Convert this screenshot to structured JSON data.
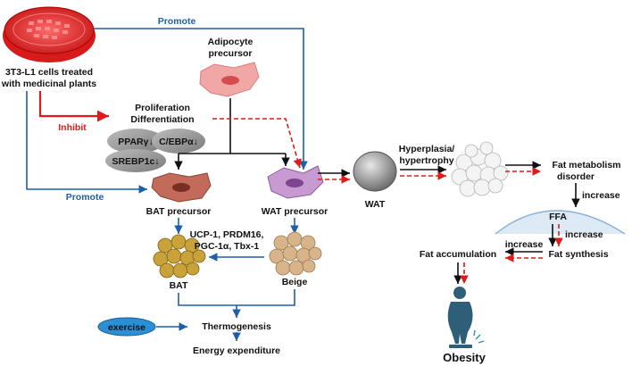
{
  "labels": {
    "cells_line1": "3T3-L1 cells treated",
    "cells_line2": "with medicinal plants",
    "promote_top": "Promote",
    "promote_bottom": "Promote",
    "inhibit": "Inhibit",
    "adipocyte_line1": "Adipocyte",
    "adipocyte_line2": "precursor",
    "proliferation": "Proliferation",
    "differentiation": "Differentiation",
    "ppar": "PPARγ↓",
    "cebp": "C/EBPα↓",
    "srebp": "SREBP1c↓",
    "bat_precursor": "BAT precursor",
    "wat_precursor": "WAT precursor",
    "wat": "WAT",
    "hyperplasia_line1": "Hyperplasia/",
    "hyperplasia_line2": "hypertrophy",
    "fat_metabolism_line1": "Fat metabolism",
    "fat_metabolism_line2": "disorder",
    "increase_1": "increase",
    "ffa": "FFA",
    "increase_2": "increase",
    "fat_synthesis": "Fat synthesis",
    "increase_3": "increase",
    "fat_accumulation": "Fat accumulation",
    "obesity": "Obesity",
    "ucp_line1": "UCP-1, PRDM16,",
    "ucp_line2": "PGC-1α, Tbx-1",
    "bat": "BAT",
    "beige": "Beige",
    "exercise": "exercise",
    "thermogenesis": "Thermogenesis",
    "energy_expenditure": "Energy expenditure"
  },
  "colors": {
    "promote_blue": "#1f5fa8",
    "inhibit_red": "#e01b1b",
    "black_arrow": "#111111",
    "bat_fill": "#c9a23a",
    "beige_fill": "#d8b48a",
    "wat_fill": "#8c8c8c",
    "exercise_fill": "#2b8fd6"
  }
}
